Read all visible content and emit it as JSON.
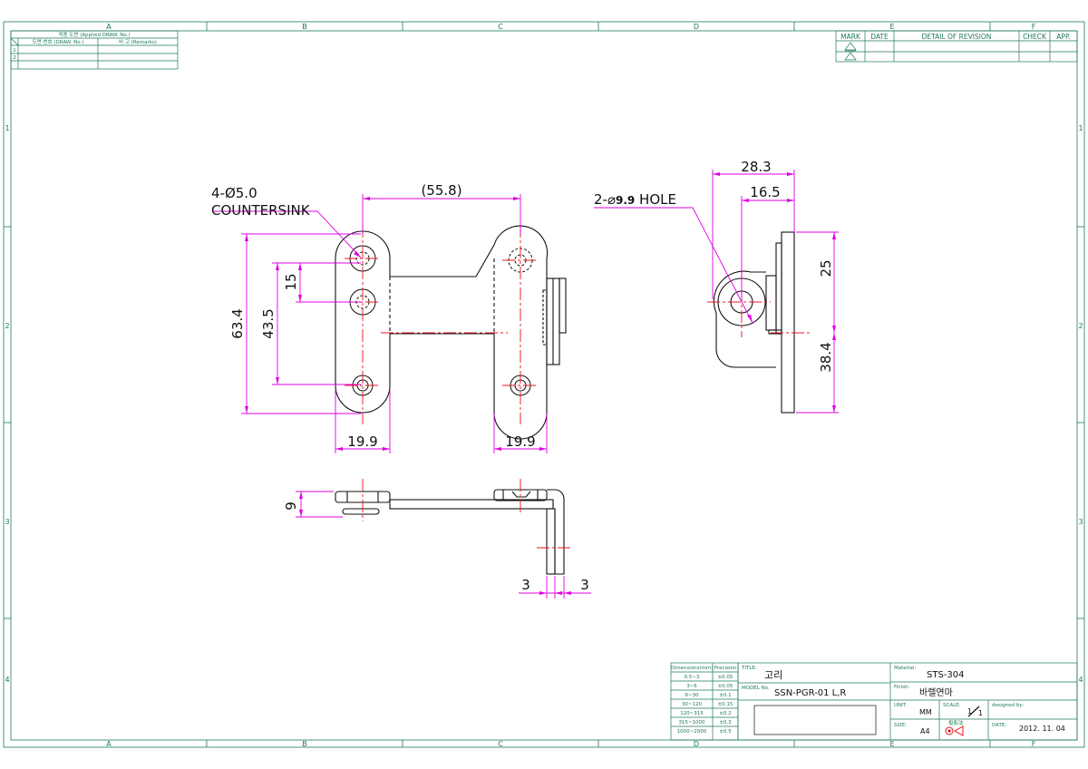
{
  "zones": {
    "cols": [
      "A",
      "B",
      "C",
      "D",
      "E",
      "F"
    ],
    "rows": [
      "1",
      "2",
      "3",
      "4"
    ]
  },
  "applied_block": {
    "header": "적용 도면 (Applied DRAW. No.)",
    "col1": "도면 번호 (DRAW. No.)",
    "col2": "비 고 (Remarks)",
    "rows": [
      "1",
      "2"
    ]
  },
  "revision_block": {
    "mark": "MARK",
    "date": "DATE",
    "detail": "DETAIL OF REVISION",
    "check": "CHECK",
    "app": "APP."
  },
  "front_view": {
    "hole_label_1": "4-Ø5.0",
    "hole_label_2": "COUNTERSINK",
    "dim_centers": "(55.8)",
    "dim_total_height": "63.4",
    "dim_hole_span": "43.5",
    "dim_top_offset": "15",
    "dim_left_width": "19.9",
    "dim_right_width": "19.9"
  },
  "side_view": {
    "dim_outer": "28.3",
    "dim_inner": "16.5",
    "hole_label_prefix": "2-⌀",
    "hole_label_value": "9.9",
    "hole_label_suffix": "HOLE",
    "dim_upper": "25",
    "dim_lower": "38.4"
  },
  "bottom_view": {
    "dim_thickness": "9",
    "dim_left": "3",
    "dim_right": "3"
  },
  "tolerance_table": {
    "col1": "Dimensions(mm)",
    "col2": "Precision",
    "rows": [
      [
        "0.5~3",
        "±0.05"
      ],
      [
        "3~6",
        "±0.05"
      ],
      [
        "6~30",
        "±0.1"
      ],
      [
        "30~120",
        "±0.15"
      ],
      [
        "120~315",
        "±0.2"
      ],
      [
        "315~1000",
        "±0.3"
      ],
      [
        "1000~2000",
        "±0.5"
      ]
    ]
  },
  "title_block": {
    "title_label": "TITLE:",
    "title": "고리",
    "model_label": "MODEL No.",
    "model": "SSN-PGR-01 L,R",
    "material_label": "Material:",
    "material": "STS-304",
    "finish_label": "Finish:",
    "finish": "바렐연마",
    "unit_label": "UNIT:",
    "unit": "MM",
    "scale_label": "SCALE:",
    "scale_num": "1",
    "scale_den": "1",
    "designed_label": "designed by:",
    "size_label": "SIZE:",
    "size": "A4",
    "projection_label": "投影法",
    "date_label": "DATE:",
    "date": "2012. 11. 04"
  },
  "colors": {
    "frame": "#1e7a56",
    "part": "#111111",
    "center": "#e8141c",
    "dimension": "#e000e0",
    "dim_text": "#111111"
  }
}
